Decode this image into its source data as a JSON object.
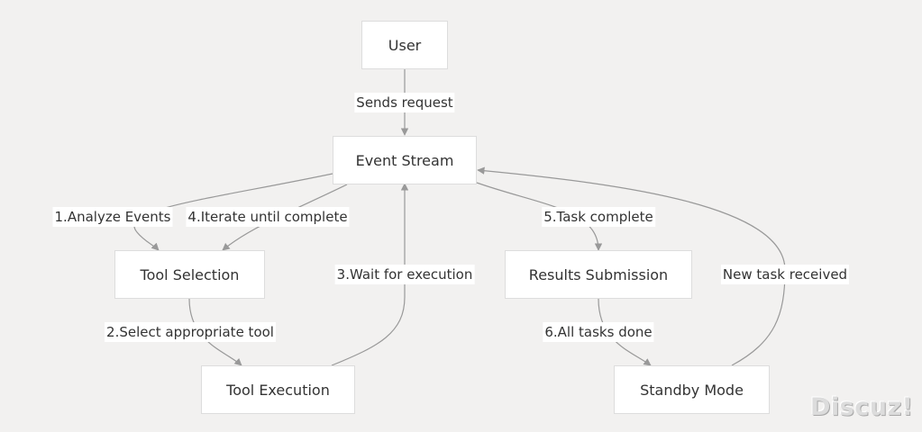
{
  "nodes": {
    "user": "User",
    "event_stream": "Event Stream",
    "tool_selection": "Tool Selection",
    "tool_execution": "Tool Execution",
    "results_submission": "Results Submission",
    "standby_mode": "Standby Mode"
  },
  "edges": {
    "sends_request": "Sends request",
    "analyze_events": "1.Analyze Events",
    "select_tool": "2.Select appropriate tool",
    "wait_execution": "3.Wait for execution",
    "iterate": "4.Iterate until complete",
    "task_complete": "5.Task complete",
    "all_tasks_done": "6.All tasks done",
    "new_task": "New task received"
  },
  "watermark": "Discuz!",
  "colors": {
    "background": "#f2f1f0",
    "node_fill": "#ffffff",
    "edge": "#999999"
  }
}
